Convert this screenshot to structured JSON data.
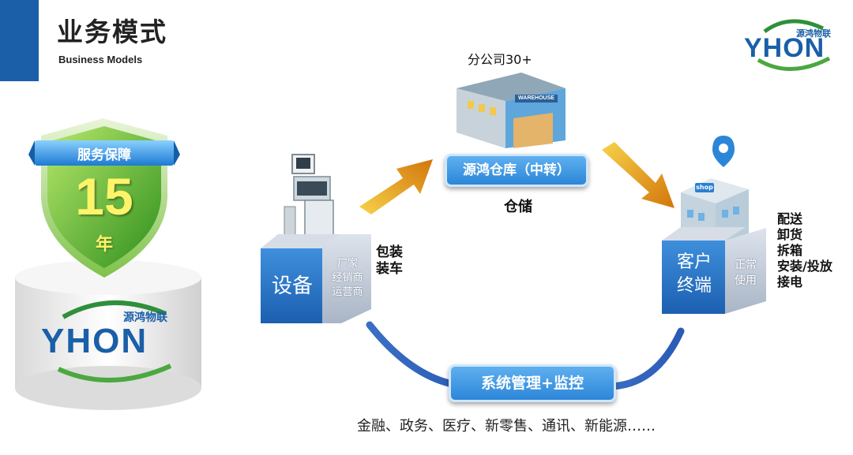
{
  "header": {
    "title": "业务模式",
    "subtitle": "Business Models"
  },
  "logo": {
    "text": "YHON",
    "chinese": "源鸿物联"
  },
  "badge": {
    "ribbon": "服务保障",
    "number": "15",
    "unit": "年"
  },
  "warehouse": {
    "count_label": "分公司30+",
    "box_label": "源鸿仓库（中转）",
    "caption": "仓储",
    "sign": "WAREHOUSE"
  },
  "equipment": {
    "face_label": "设备",
    "side_lines": [
      "厂家",
      "经销商",
      "运营商"
    ],
    "action_lines": [
      "包装",
      "装车"
    ]
  },
  "customer": {
    "face_lines": [
      "客户",
      "终端"
    ],
    "side_lines": [
      "正常",
      "使用"
    ],
    "service_lines": [
      "配送",
      "卸货",
      "拆箱",
      "安装/投放",
      "接电"
    ],
    "shop_sign": "shop"
  },
  "system": {
    "box_label": "系统管理+监控"
  },
  "industries": "金融、政务、医疗、新零售、通讯、新能源……",
  "colors": {
    "brand_blue": "#1a5fa8",
    "label_blue": "#2c86d8",
    "shield_green": "#6cc23a",
    "arrow_orange": "#f3a21b",
    "cube_blue": "#1c6fc4"
  }
}
